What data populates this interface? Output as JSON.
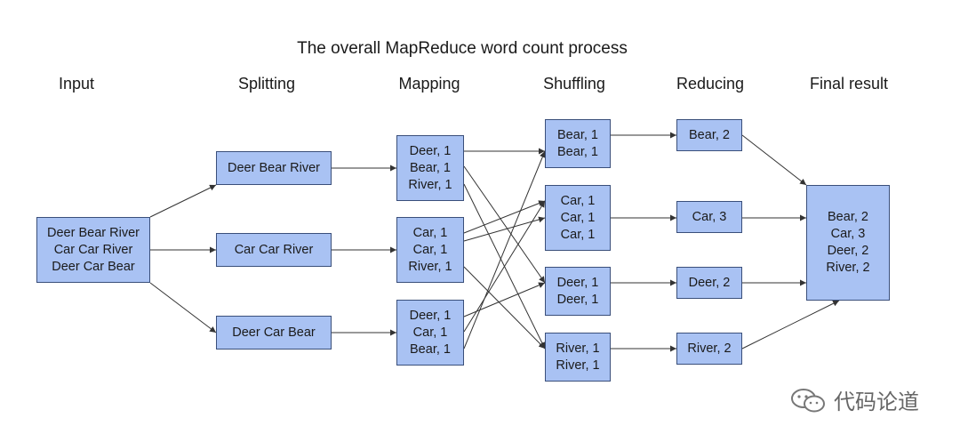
{
  "title": "The overall MapReduce word count process",
  "stages": [
    "Input",
    "Splitting",
    "Mapping",
    "Shuffling",
    "Reducing",
    "Final result"
  ],
  "input": [
    "Deer Bear River",
    "Car Car River",
    "Deer Car Bear"
  ],
  "splits": [
    [
      "Deer Bear River"
    ],
    [
      "Car Car River"
    ],
    [
      "Deer Car Bear"
    ]
  ],
  "maps": [
    [
      "Deer, 1",
      "Bear, 1",
      "River, 1"
    ],
    [
      "Car, 1",
      "Car, 1",
      "River, 1"
    ],
    [
      "Deer, 1",
      "Car, 1",
      "Bear, 1"
    ]
  ],
  "shuffles": [
    [
      "Bear, 1",
      "Bear, 1"
    ],
    [
      "Car, 1",
      "Car, 1",
      "Car, 1"
    ],
    [
      "Deer, 1",
      "Deer, 1"
    ],
    [
      "River, 1",
      "River, 1"
    ]
  ],
  "reduces": [
    [
      "Bear, 2"
    ],
    [
      "Car, 3"
    ],
    [
      "Deer, 2"
    ],
    [
      "River, 2"
    ]
  ],
  "final": [
    "Bear, 2",
    "Car, 3",
    "Deer, 2",
    "River, 2"
  ],
  "watermark": "代码论道",
  "colors": {
    "box_fill": "#a9c2f3",
    "box_border": "#3a4f7a",
    "arrow": "#333333"
  }
}
